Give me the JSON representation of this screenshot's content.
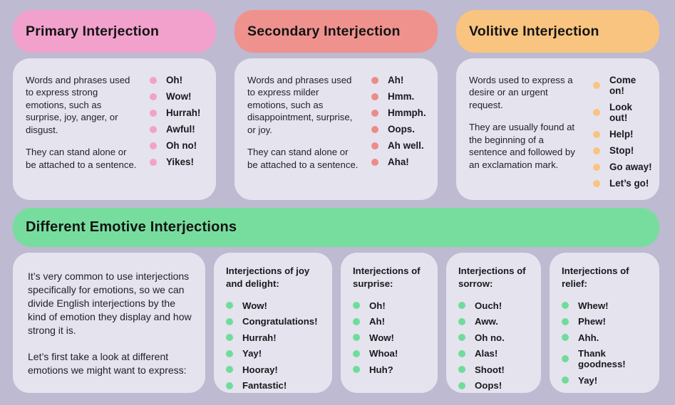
{
  "page": {
    "background_color": "#bdbad1",
    "card_background_color": "#e5e3ee",
    "text_color": "#222228"
  },
  "top_cards": [
    {
      "title": "Primary Interjection",
      "colors": {
        "header": "#f2a1cd",
        "bullet": "#f2a1cd"
      },
      "paragraphs": [
        "Words and phrases used to express strong emotions, such as surprise, joy, anger, or disgust.",
        "They can stand alone or be attached to a sentence."
      ],
      "bullets": [
        "Oh!",
        "Wow!",
        "Hurrah!",
        "Awful!",
        "Oh no!",
        "Yikes!"
      ]
    },
    {
      "title": "Secondary Interjection",
      "colors": {
        "header": "#ef928e",
        "bullet": "#ec8c87"
      },
      "paragraphs": [
        "Words and phrases used to express milder emotions, such as disappointment, surprise, or joy.",
        "They can stand alone or be attached to a sentence."
      ],
      "bullets": [
        "Ah!",
        "Hmm.",
        "Hmmph.",
        "Oops.",
        "Ah well.",
        "Aha!"
      ]
    },
    {
      "title": "Volitive Interjection",
      "colors": {
        "header": "#f9c480",
        "bullet": "#f9c480"
      },
      "paragraphs": [
        "Words used to express a desire or an urgent request.",
        "They are usually found at the beginning of a sentence and followed by an exclamation mark."
      ],
      "bullets": [
        "Come on!",
        "Look out!",
        "Help!",
        "Stop!",
        "Go away!",
        "Let’s go!"
      ]
    }
  ],
  "bottom_section": {
    "title": "Different Emotive Interjections",
    "colors": {
      "header": "#77dd9e",
      "bullet": "#70dc9b"
    },
    "intro_paragraphs": [
      "It’s very common to use interjections specifically for emotions, so we can divide English interjections by the kind of emotion they display and how strong it is.",
      "Let’s first take a look at different emotions we might want to express:"
    ],
    "groups": [
      {
        "title": "Interjections of joy and delight:",
        "bullets": [
          "Wow!",
          "Congratulations!",
          "Hurrah!",
          "Yay!",
          "Hooray!",
          "Fantastic!"
        ]
      },
      {
        "title": "Interjections of surprise:",
        "bullets": [
          "Oh!",
          "Ah!",
          "Wow!",
          "Whoa!",
          "Huh?"
        ]
      },
      {
        "title": "Interjections of sorrow:",
        "bullets": [
          "Ouch!",
          "Aww.",
          "Oh no.",
          "Alas!",
          "Shoot!",
          "Oops!"
        ]
      },
      {
        "title": "Interjections of relief:",
        "bullets": [
          "Whew!",
          "Phew!",
          "Ahh.",
          "Thank goodness!",
          "Yay!"
        ]
      }
    ]
  }
}
